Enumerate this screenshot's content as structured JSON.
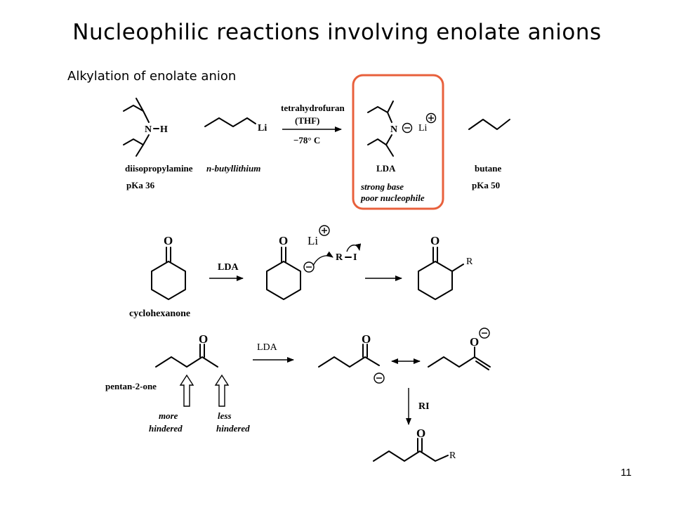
{
  "slide": {
    "title": "Nucleophilic reactions involving enolate anions",
    "subtitle": "Alkylation of enolate anion",
    "page_number": "11",
    "highlight_color": "#e8603c"
  },
  "scheme1": {
    "reagent1_name": "diisopropylamine",
    "reagent1_pka": "pKa 36",
    "reagent2_name": "n-butyllithium",
    "atom_N": "N",
    "atom_H": "H",
    "atom_Li": "Li",
    "cond_solvent": "tetrahydrofuran",
    "cond_abbrev": "(THF)",
    "cond_temp": "−78° C",
    "product_name": "LDA",
    "product_note1": "strong base",
    "product_note2": "poor nucleophile",
    "byproduct_name": "butane",
    "byproduct_pka": "pKa 50"
  },
  "scheme2": {
    "start_name": "cyclohexanone",
    "reagent": "LDA",
    "atom_O": "O",
    "atom_Li": "Li",
    "electrophile_R": "R",
    "electrophile_I": "I",
    "product_R": "R"
  },
  "scheme3": {
    "start_name": "pentan-2-one",
    "reagent": "LDA",
    "atom_O": "O",
    "side_more1": "more",
    "side_more2": "hindered",
    "side_less1": "less",
    "side_less2": "hindered",
    "alkylating_agent": "RI",
    "product_R": "R"
  }
}
